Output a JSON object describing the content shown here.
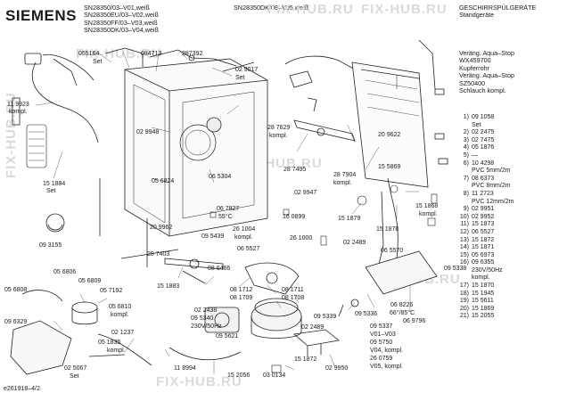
{
  "header": {
    "brand": "SIEMENS",
    "models_left": [
      "SN28350/03–V01,weiß",
      "SN28350EU/03–V02,weiß",
      "SN28350FF/03–V03,weiß",
      "SN28350DK/03–V04,weiß"
    ],
    "model_mid": "SN28350DK/08–V05,weiß",
    "category": "GESCHIRRSPÜLGERÄTE",
    "subcategory": "Standgeräte"
  },
  "notes": [
    "Veräng. Aqua–Stop",
    "WX459700",
    "Kupferrohr",
    "Veräng. Aqua–Stop",
    "SZ50400",
    "Schlauch kompl."
  ],
  "legend": [
    {
      "num": "1)",
      "text": "09 1058"
    },
    {
      "num": "",
      "text": "Set"
    },
    {
      "num": "2)",
      "text": "02 2475"
    },
    {
      "num": "3)",
      "text": "02 7475"
    },
    {
      "num": "4)",
      "text": "05 1876"
    },
    {
      "num": "5)",
      "text": "—"
    },
    {
      "num": "6)",
      "text": "10 4298"
    },
    {
      "num": "",
      "text": "PVC 5mm/2m"
    },
    {
      "num": "7)",
      "text": "08 6373"
    },
    {
      "num": "",
      "text": "PVC 8mm/2m"
    },
    {
      "num": "8)",
      "text": "11 2723"
    },
    {
      "num": "",
      "text": "PVC 12mm/2m"
    },
    {
      "num": "9)",
      "text": "02 9951"
    },
    {
      "num": "10)",
      "text": "02 9952"
    },
    {
      "num": "11)",
      "text": "15 1873"
    },
    {
      "num": "12)",
      "text": "06 5527"
    },
    {
      "num": "13)",
      "text": "15 1872"
    },
    {
      "num": "14)",
      "text": "15 1871"
    },
    {
      "num": "15)",
      "text": "05 6973"
    },
    {
      "num": "16)",
      "text": "09 6355"
    },
    {
      "num": "",
      "text": "230V/50Hz"
    },
    {
      "num": "",
      "text": "kompl."
    },
    {
      "num": "17)",
      "text": "15 1870"
    },
    {
      "num": "18)",
      "text": "15 1945"
    },
    {
      "num": "19)",
      "text": "15 5611"
    },
    {
      "num": "20)",
      "text": "15 1869"
    },
    {
      "num": "21)",
      "text": "15 2055"
    }
  ],
  "labels": [
    {
      "id": "l01",
      "text": "055164"
    },
    {
      "id": "l02",
      "text": "084713"
    },
    {
      "id": "l03",
      "text": "287392"
    },
    {
      "id": "l04",
      "text": "Set"
    },
    {
      "id": "l05",
      "text": "11 9923"
    },
    {
      "id": "l06",
      "text": "kompl."
    },
    {
      "id": "l07",
      "text": "15 1884"
    },
    {
      "id": "l08",
      "text": "Set"
    },
    {
      "id": "l09",
      "text": "02 9948"
    },
    {
      "id": "l10",
      "text": "05 6824"
    },
    {
      "id": "l11",
      "text": "06 5304"
    },
    {
      "id": "l12",
      "text": "02 9017"
    },
    {
      "id": "l13",
      "text": "Set"
    },
    {
      "id": "l14",
      "text": "28 7629"
    },
    {
      "id": "l15",
      "text": "kompl."
    },
    {
      "id": "l16",
      "text": "28 7495"
    },
    {
      "id": "l17",
      "text": "20 9622"
    },
    {
      "id": "l18",
      "text": "15 5869"
    },
    {
      "id": "l19",
      "text": "28 7904"
    },
    {
      "id": "l20",
      "text": "kompl."
    },
    {
      "id": "l21",
      "text": "02 9947"
    },
    {
      "id": "l22",
      "text": "15 1879"
    },
    {
      "id": "l23",
      "text": "15 1878"
    },
    {
      "id": "l24",
      "text": "15 1868"
    },
    {
      "id": "l25",
      "text": "kompl."
    },
    {
      "id": "l26",
      "text": "09 3155"
    },
    {
      "id": "l27",
      "text": "20 9962"
    },
    {
      "id": "l28",
      "text": "06 7827"
    },
    {
      "id": "l29",
      "text": "55°C"
    },
    {
      "id": "l30",
      "text": "09 5439"
    },
    {
      "id": "l31",
      "text": "16 0899"
    },
    {
      "id": "l32",
      "text": "26 1004"
    },
    {
      "id": "l33",
      "text": "kompl."
    },
    {
      "id": "l34",
      "text": "26 1000"
    },
    {
      "id": "l35",
      "text": "06 5527"
    },
    {
      "id": "l36",
      "text": "02 2489"
    },
    {
      "id": "l37",
      "text": "06 5570"
    },
    {
      "id": "l38",
      "text": "09 5338"
    },
    {
      "id": "l39",
      "text": "28 7403"
    },
    {
      "id": "l40",
      "text": "08 6466"
    },
    {
      "id": "l41",
      "text": "15 1883"
    },
    {
      "id": "l42",
      "text": "05 6808"
    },
    {
      "id": "l43",
      "text": "05 6806"
    },
    {
      "id": "l44",
      "text": "05 6809"
    },
    {
      "id": "l45",
      "text": "05 7192"
    },
    {
      "id": "l46",
      "text": "05 6810"
    },
    {
      "id": "l47",
      "text": "kompl."
    },
    {
      "id": "l48",
      "text": "09 6329"
    },
    {
      "id": "l49",
      "text": "02 1237"
    },
    {
      "id": "l50",
      "text": "02 2438"
    },
    {
      "id": "l51",
      "text": "09 5340"
    },
    {
      "id": "l52",
      "text": "230V/50Hz"
    },
    {
      "id": "l53",
      "text": "09 5621"
    },
    {
      "id": "l54",
      "text": "08 1712"
    },
    {
      "id": "l55",
      "text": "08 1709"
    },
    {
      "id": "l56",
      "text": "08 1711"
    },
    {
      "id": "l57",
      "text": "08 1708"
    },
    {
      "id": "l58",
      "text": "09 5339"
    },
    {
      "id": "l59",
      "text": "09 5336"
    },
    {
      "id": "l60",
      "text": "06 8226"
    },
    {
      "id": "l61",
      "text": "66°/85°C"
    },
    {
      "id": "l62",
      "text": "06 9796"
    },
    {
      "id": "l63",
      "text": "09 5337"
    },
    {
      "id": "l64",
      "text": "V01–V03"
    },
    {
      "id": "l65",
      "text": "09 5750"
    },
    {
      "id": "l66",
      "text": "V04, kompl."
    },
    {
      "id": "l67",
      "text": "26 0759"
    },
    {
      "id": "l68",
      "text": "V05, kompl."
    },
    {
      "id": "l69",
      "text": "05 1835"
    },
    {
      "id": "l70",
      "text": "kompl."
    },
    {
      "id": "l71",
      "text": "02 5067"
    },
    {
      "id": "l72",
      "text": "Set"
    },
    {
      "id": "l73",
      "text": "11 8994"
    },
    {
      "id": "l74",
      "text": "15 2056"
    },
    {
      "id": "l75",
      "text": "03 0134"
    },
    {
      "id": "l76",
      "text": "02 9950"
    },
    {
      "id": "l77",
      "text": "02 2489"
    },
    {
      "id": "l78",
      "text": "15 1872"
    }
  ],
  "footer": {
    "doc_id": "e261918–4/2"
  },
  "watermark": "FIX-HUB.RU"
}
